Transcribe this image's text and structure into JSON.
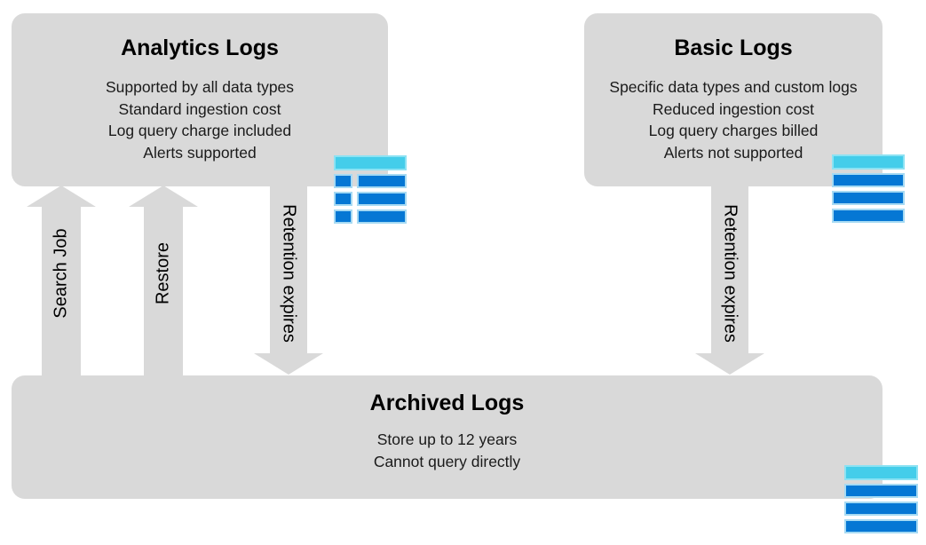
{
  "colors": {
    "background": "#ffffff",
    "node_fill": "#d9d9d9",
    "arrow_fill": "#d9d9d9",
    "icon_header_cyan": "#44cdea",
    "icon_row_blue": "#0577d4",
    "icon_border_light": "#a6daf3",
    "text_primary": "#000000"
  },
  "nodes": {
    "analytics": {
      "title": "Analytics Logs",
      "lines": [
        "Supported by all data types",
        "Standard ingestion cost",
        "Log query charge included",
        "Alerts supported"
      ]
    },
    "basic": {
      "title": "Basic Logs",
      "lines": [
        "Specific data types and custom logs",
        "Reduced ingestion cost",
        "Log query charges billed",
        "Alerts not supported"
      ]
    },
    "archived": {
      "title": "Archived Logs",
      "lines": [
        "Store up to 12 years",
        "Cannot query directly"
      ]
    }
  },
  "arrows": {
    "search_job": {
      "label": "Search Job",
      "direction": "up",
      "from": "Archived Logs",
      "to": "Analytics Logs"
    },
    "restore": {
      "label": "Restore",
      "direction": "up",
      "from": "Archived Logs",
      "to": "Analytics Logs"
    },
    "retention_left": {
      "label": "Retention expires",
      "direction": "down",
      "from": "Analytics Logs",
      "to": "Archived Logs"
    },
    "retention_right": {
      "label": "Retention expires",
      "direction": "down",
      "from": "Basic Logs",
      "to": "Archived Logs"
    }
  },
  "icons": {
    "analytics": "log-table-with-key-column-icon",
    "basic": "log-table-rows-icon",
    "archived": "log-table-rows-icon"
  }
}
